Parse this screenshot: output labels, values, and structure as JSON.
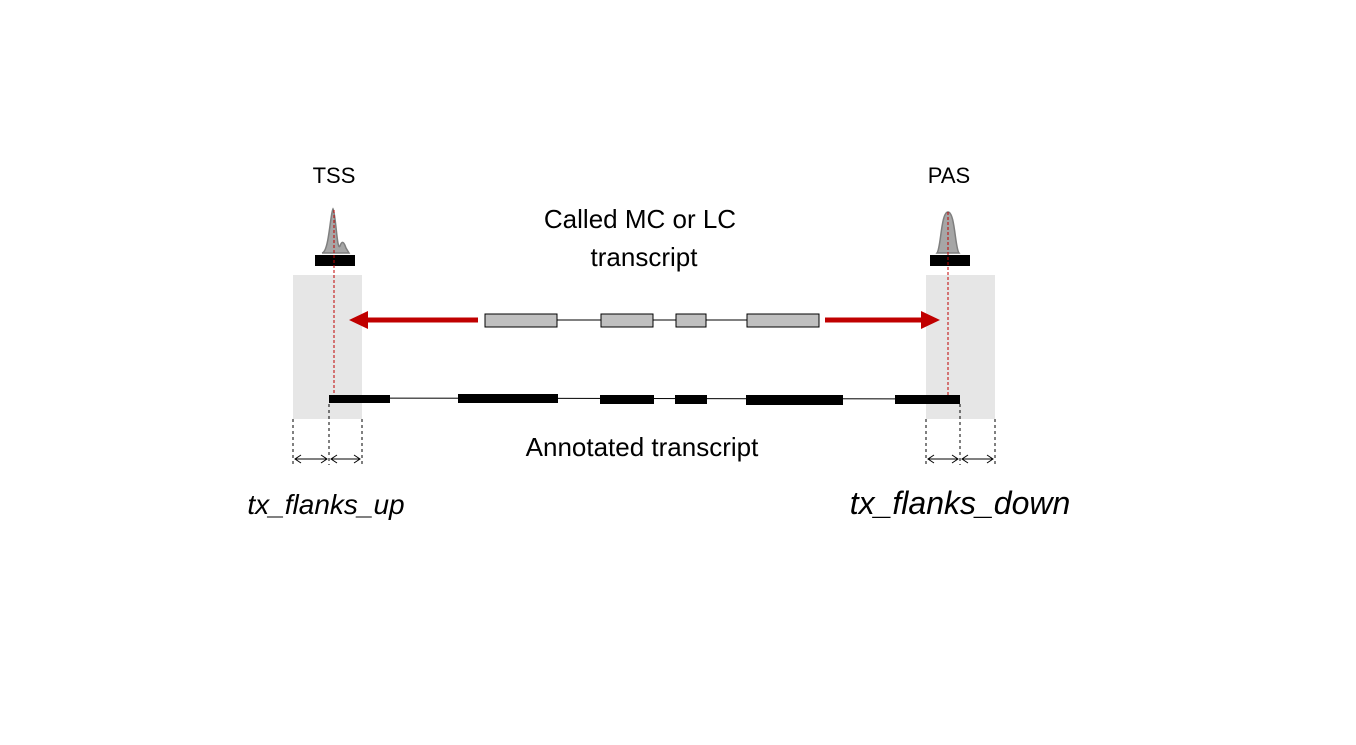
{
  "labels": {
    "tss": "TSS",
    "pas": "PAS",
    "called_line1": "Called MC or LC",
    "called_line2": "transcript",
    "annotated": "Annotated transcript",
    "flanks_up": "tx_flanks_up",
    "flanks_down": "tx_flanks_down"
  },
  "colors": {
    "arrow": "#c00000",
    "dashed_site": "#c00000",
    "flank_region": "#e6e6e6",
    "called_exon_fill": "#c0c0c0",
    "annotated_exon": "#000000",
    "peak_fill": "#a6a6a6",
    "peak_stroke": "#7f7f7f"
  }
}
